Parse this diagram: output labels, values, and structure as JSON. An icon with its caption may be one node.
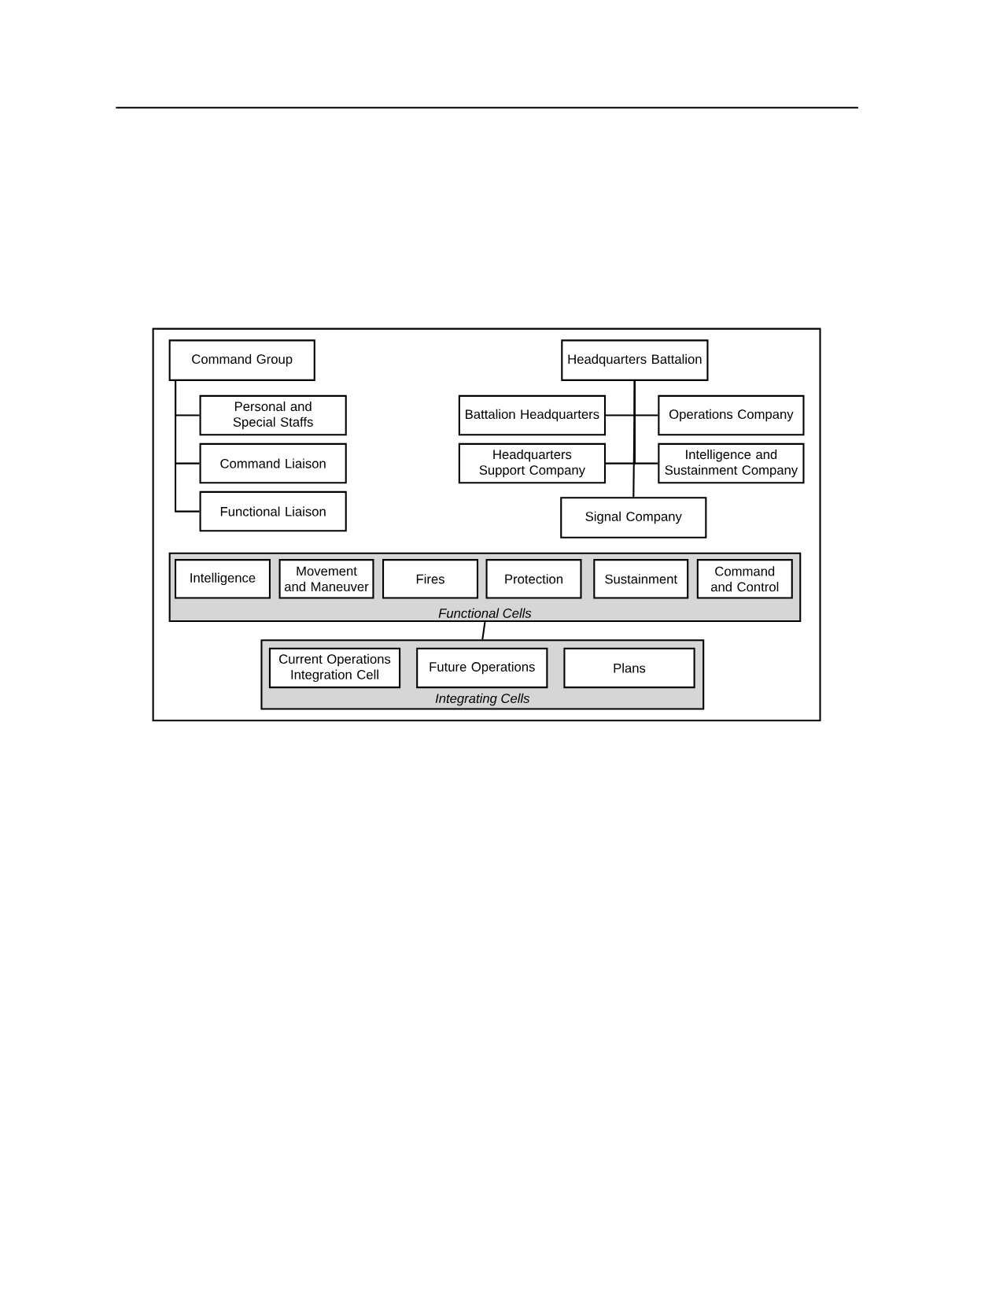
{
  "diagram": {
    "nodes": [
      {
        "text": [
          "Command Group"
        ]
      },
      {
        "text": [
          "Personal and Special Staffs"
        ]
      },
      {
        "text": [
          "Command Liaison"
        ]
      },
      {
        "text": [
          "Functional Liaison"
        ]
      },
      {
        "text": [
          "Headquarters Battalion"
        ]
      },
      {
        "text": [
          "Battalion Headquarters"
        ]
      },
      {
        "text": [
          "Operations Company"
        ]
      },
      {
        "text": [
          "Headquarters Support Company"
        ]
      },
      {
        "text": [
          "Intelligence and Sustainment Company"
        ]
      },
      {
        "text": [
          "Signal Company"
        ]
      },
      {
        "text": [
          "Functional Cells"
        ]
      },
      {
        "text": [
          "Intelligence"
        ],
        "in": 10
      },
      {
        "text": [
          "Movement and Maneuver"
        ],
        "in": 10
      },
      {
        "text": [
          "Fires"
        ],
        "in": 10
      },
      {
        "text": [
          "Protection"
        ],
        "in": 10
      },
      {
        "text": [
          "Sustainment"
        ],
        "in": 10
      },
      {
        "text": [
          "Command and Control"
        ],
        "in": 10
      },
      {
        "text": [
          "Integrating Cells"
        ]
      },
      {
        "text": [
          "Current Operations Integration Cell"
        ],
        "in": 17
      },
      {
        "text": [
          "Future Operations"
        ],
        "in": 17
      },
      {
        "text": [
          "Plans"
        ],
        "in": 17
      }
    ],
    "edges": [
      {
        "from": 0,
        "to": 1,
        "arrow": "none"
      },
      {
        "from": 0,
        "to": 2,
        "arrow": "none"
      },
      {
        "from": 0,
        "to": 3,
        "arrow": "none"
      },
      {
        "from": 4,
        "to": 5,
        "arrow": "none"
      },
      {
        "from": 4,
        "to": 6,
        "arrow": "none"
      },
      {
        "from": 4,
        "to": 7,
        "arrow": "none"
      },
      {
        "from": 4,
        "to": 8,
        "arrow": "none"
      },
      {
        "from": 4,
        "to": 9,
        "arrow": "none"
      },
      {
        "from": 10,
        "to": 17,
        "arrow": "none"
      }
    ]
  }
}
